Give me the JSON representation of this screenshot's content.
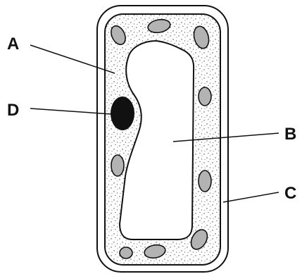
{
  "labels": {
    "a": "A",
    "b": "B",
    "c": "C",
    "d": "D"
  },
  "colors": {
    "outline": "#111111",
    "cytoplasm_dots": "#444444",
    "chloroplast_fill": "#b3b3b3",
    "nucleus_fill": "#111111",
    "background": "#ffffff"
  }
}
